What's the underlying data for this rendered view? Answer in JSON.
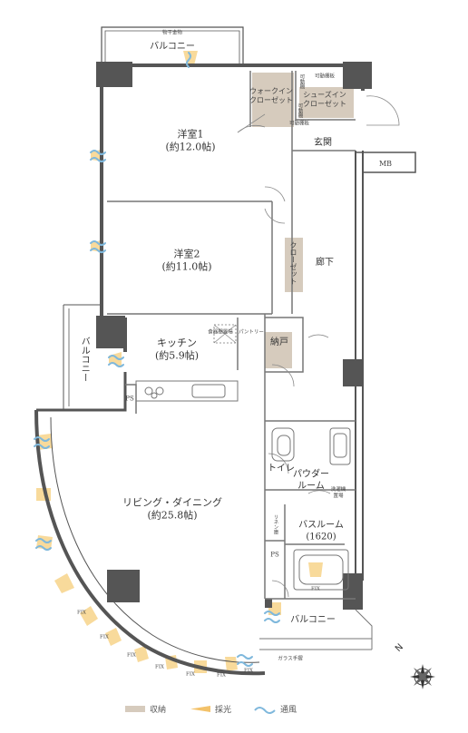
{
  "rooms": {
    "balcony_top": "バルコニー",
    "balcony_top_note": "物干金物",
    "walkin_closet": [
      "ウォークイン",
      "クローゼット"
    ],
    "shoesin_closet": [
      "シューズイン",
      "クローゼット"
    ],
    "movable_shelf_1": "可動棚板",
    "movable_shelf_2": "可動棚",
    "movable_shelf_3": "可動棚板",
    "movable_shelf_4": "可動棚",
    "entrance": "玄関",
    "mb": "MB",
    "western1": [
      "洋室1",
      "(約12.0帖)"
    ],
    "western2": [
      "洋室2",
      "(約11.0帖)"
    ],
    "closet": "クローゼット",
    "hallway": "廊下",
    "kitchen": [
      "キッチン",
      "(約5.9帖)"
    ],
    "dishwasher": "食器棚置場",
    "pantry": "パントリー",
    "storage": "納戸",
    "balcony_left": "バルコニー",
    "ps_kitchen": "PS",
    "toilet": "トイレ",
    "powder_room": [
      "パウダー",
      "ルーム"
    ],
    "washer": [
      "洗濯機",
      "置場"
    ],
    "linen": "リネン庫",
    "living": [
      "リビング・ダイニング",
      "(約25.8帖)"
    ],
    "bathroom": [
      "バスルーム",
      "(1620)"
    ],
    "ps_bath": "PS",
    "fix": "FIX",
    "balcony_bottom": "バルコニー",
    "glass_rail": "ガラス手摺"
  },
  "compass": {
    "label": "N"
  },
  "legend": [
    {
      "label": "収納",
      "color": "#d6cbbd",
      "type": "fill"
    },
    {
      "label": "採光",
      "color": "#f3c26a",
      "type": "fill"
    },
    {
      "label": "通風",
      "color": "#7fb8dc",
      "type": "wave"
    }
  ],
  "colors": {
    "wall": "#555555",
    "storage": "#d6cbbd",
    "light": "#f3c26a",
    "wind": "#7fb8dc",
    "line": "#777777"
  }
}
